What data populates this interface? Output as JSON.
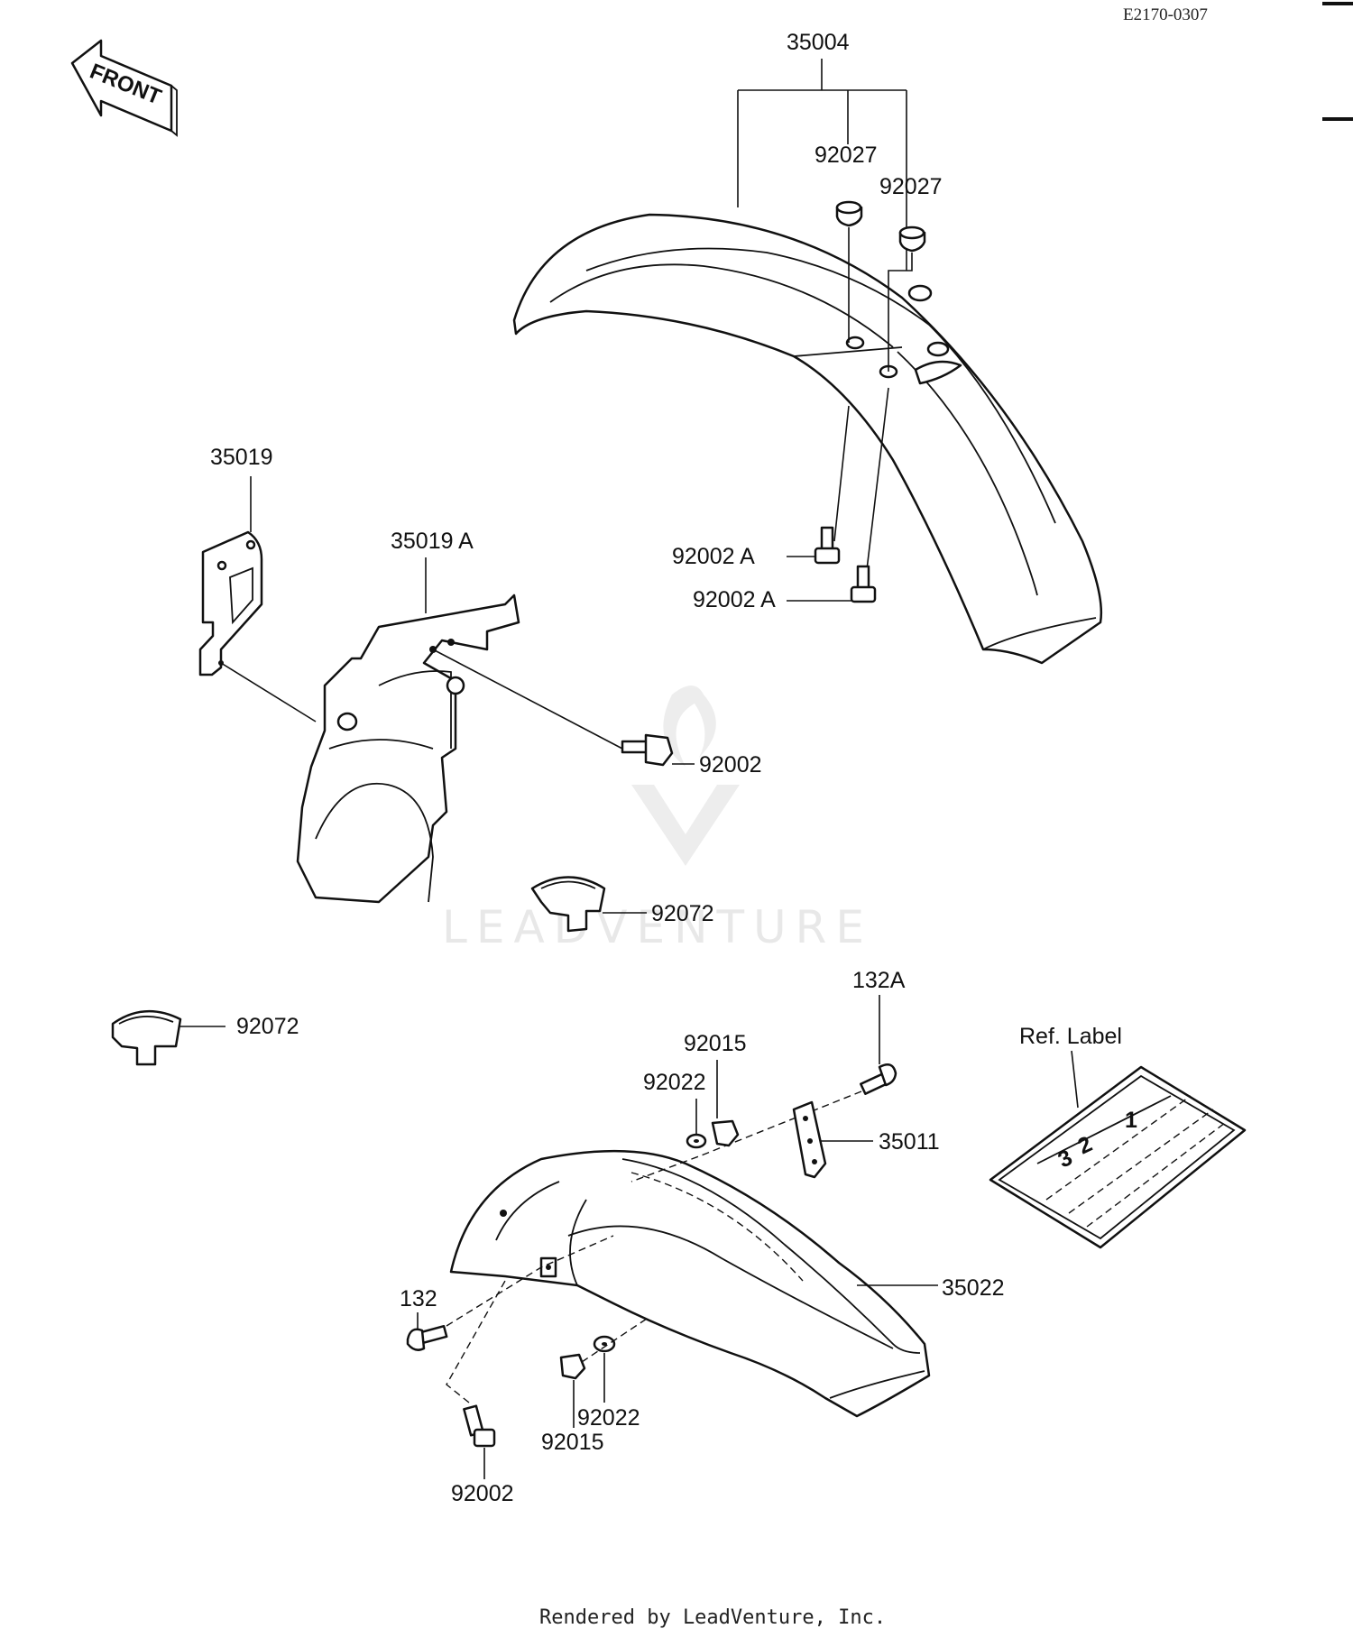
{
  "header": {
    "ref_code": "E2170-0307"
  },
  "front_indicator": {
    "label": "FRONT"
  },
  "watermark": {
    "text": "LEADVENTURE"
  },
  "parts": {
    "front_fender_assy": "35004",
    "grommet_a": "92027",
    "grommet_b": "92027",
    "bolt_front_a1": "92002 A",
    "bolt_front_a2": "92002 A",
    "fender_guard_35019": "35019",
    "fender_guard_35019a": "35019 A",
    "bolt_guard": "92002",
    "band_center": "92072",
    "band_left": "92072",
    "screw_132a": "132A",
    "nut_top": "92015",
    "washer_top": "92022",
    "bracket": "35011",
    "rear_fender": "35022",
    "screw_132": "132",
    "washer_bottom": "92022",
    "nut_bottom": "92015",
    "bolt_rear": "92002"
  },
  "ref_label": {
    "caption": "Ref. Label",
    "digits": [
      "1",
      "3",
      "2"
    ]
  },
  "footer": {
    "credit": "Rendered by LeadVenture, Inc."
  }
}
